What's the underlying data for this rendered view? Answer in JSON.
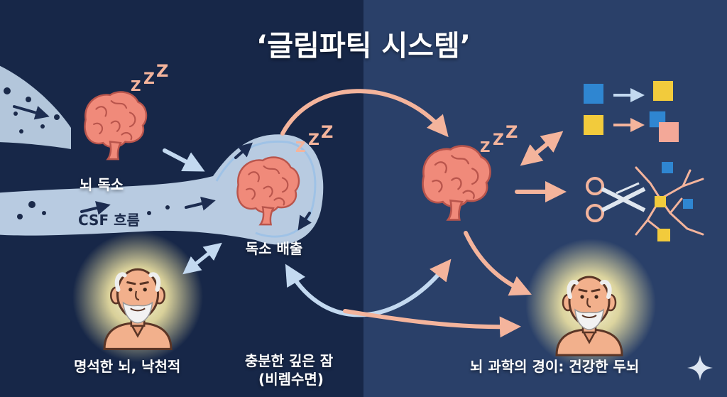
{
  "title": "‘글림파틱 시스템’",
  "labels": {
    "brain_toxins": "뇌 독소",
    "csf_flow": "CSF 흐름",
    "toxin_clearance": "독소 배출",
    "clear_mind": "명석한 뇌, 낙천적",
    "deep_sleep_line1": "충분한 깊은 잠",
    "deep_sleep_line2": "(비렘수면)",
    "brain_science": "뇌 과학의 경이: 건강한 두뇌"
  },
  "sleep_marks": {
    "z1": "Z",
    "z2": "Z",
    "z3": "Z"
  },
  "colors": {
    "left_panel": "#172748",
    "right_panel": "#2a4069",
    "brain": "#f08a7a",
    "brain_outline": "#b9554c",
    "csf": "#cfe3f6",
    "arrow_salmon": "#f4b49c",
    "arrow_blue": "#c3d9f0",
    "square_blue": "#2f86d1",
    "square_yellow": "#f2cb3c",
    "square_pink": "#f3a898",
    "glow": "#fff6c7",
    "skin": "#f2b08c"
  },
  "icons": [
    "brain-icon",
    "sleep-z-icon",
    "elderly-man-icon",
    "scissors-icon",
    "square-icon",
    "network-icon",
    "sparkle-icon"
  ]
}
